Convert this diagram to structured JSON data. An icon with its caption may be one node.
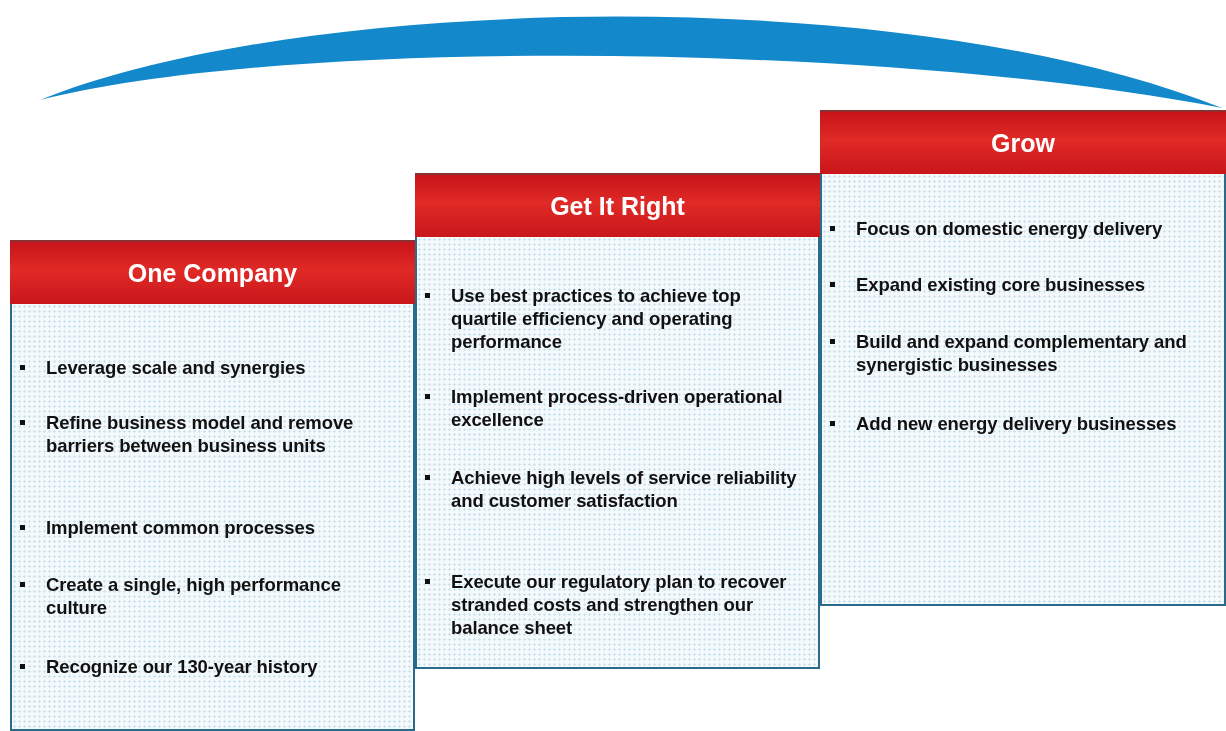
{
  "diagram": {
    "nodes": [
      {
        "text": [
          "One Company",
          "Leverage scale and synergies",
          "Refine business model and remove barriers between business units",
          "Implement common processes",
          "Create a single, high performance culture",
          "Recognize our 130-year history"
        ]
      },
      {
        "text": [
          "Get It Right",
          "Use best practices to achieve top quartile efficiency and operating performance",
          "Implement process-driven operational excellence",
          "Achieve high levels of service reliability and customer satisfaction",
          "Execute our regulatory plan to recover stranded costs and strengthen our balance sheet"
        ]
      },
      {
        "text": [
          "Grow",
          "Focus on domestic energy delivery",
          "Expand existing core businesses",
          "Build and expand complementary and synergistic businesses",
          "Add new energy delivery businesses"
        ]
      }
    ]
  }
}
